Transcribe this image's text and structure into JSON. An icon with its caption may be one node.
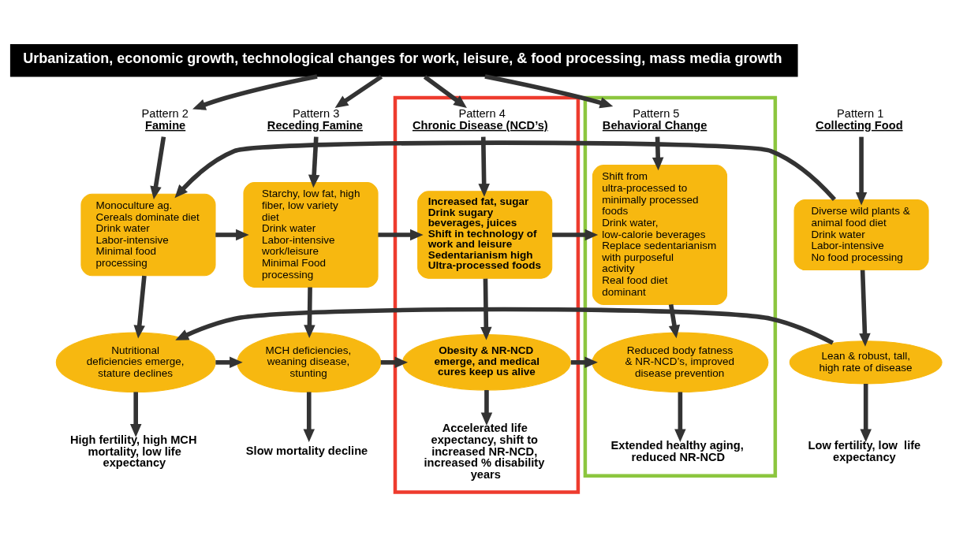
{
  "diagram": {
    "nodes": [
      {
        "text": [
          "Urbanization, economic growth, technological changes for work, leisure, & food processing, mass media growth"
        ]
      },
      {
        "text": [
          "Pattern 1",
          "Collecting Food"
        ]
      },
      {
        "text": [
          "Diverse wild plants & animal food diet",
          "Drink water",
          "Labor-intensive",
          "No food processing"
        ]
      },
      {
        "text": [
          "Lean & robust, tall, high rate of disease"
        ]
      },
      {
        "text": [
          "Low fertility, low  life expectancy"
        ]
      },
      {
        "text": [
          "Pattern 2",
          "Famine"
        ]
      },
      {
        "text": [
          "Monoculture ag.",
          "Cereals dominate diet",
          "Drink water",
          "Labor-intensive",
          "Minimal food processing"
        ]
      },
      {
        "text": [
          "Nutritional deficiencies emerge, stature declines"
        ]
      },
      {
        "text": [
          "High fertility, high MCH mortality, low life expectancy"
        ]
      },
      {
        "text": [
          "Pattern 3",
          "Receding Famine"
        ]
      },
      {
        "text": [
          "Starchy, low fat, high fiber, low variety diet",
          "Drink water",
          "Labor-intensive work/leisure",
          "Minimal Food processing"
        ]
      },
      {
        "text": [
          "MCH deficiencies, weaning disease, stunting"
        ]
      },
      {
        "text": [
          "Slow mortality decline"
        ]
      },
      {
        "text": [],
        "shape": "box"
      },
      {
        "text": [
          "Pattern 4",
          "Chronic Disease (NCD’s)"
        ],
        "in": 13
      },
      {
        "text": [
          "Increased fat, sugar",
          "Drink sugary beverages, juices",
          "Shift in technology of work and leisure",
          "Sedentarianism high",
          "Ultra-processed foods"
        ],
        "in": 13
      },
      {
        "text": [
          "Obesity & NR-NCD emerge, and medical cures keep us alive"
        ],
        "in": 13
      },
      {
        "text": [
          "Accelerated life expectancy, shift to increased NR-NCD, increased % disability years"
        ],
        "in": 13
      },
      {
        "text": [],
        "shape": "box"
      },
      {
        "text": [
          "Pattern 5",
          "Behavioral Change"
        ],
        "in": 18
      },
      {
        "text": [
          "Shift from ultra-processed to minimally processed foods",
          "Drink water, low-calorie beverages",
          "Replace sedentarianism with purposeful activity",
          "Real food diet dominant"
        ],
        "in": 18
      },
      {
        "text": [
          "Reduced body fatness & NR-NCD’s, improved disease prevention"
        ],
        "in": 18
      },
      {
        "text": [
          "Extended healthy aging, reduced NR-NCD"
        ],
        "in": 18
      }
    ],
    "edges": [
      {
        "from": 0,
        "to": 5,
        "arrow": "to"
      },
      {
        "from": 0,
        "to": 9,
        "arrow": "to"
      },
      {
        "from": 0,
        "to": 14,
        "arrow": "to"
      },
      {
        "from": 0,
        "to": 19,
        "arrow": "to"
      },
      {
        "from": 1,
        "to": 2,
        "arrow": "to"
      },
      {
        "from": 2,
        "to": 3,
        "arrow": "to"
      },
      {
        "from": 3,
        "to": 4,
        "arrow": "to"
      },
      {
        "from": 5,
        "to": 6,
        "arrow": "to"
      },
      {
        "from": 6,
        "to": 7,
        "arrow": "to"
      },
      {
        "from": 7,
        "to": 8,
        "arrow": "to"
      },
      {
        "from": 9,
        "to": 10,
        "arrow": "to"
      },
      {
        "from": 10,
        "to": 11,
        "arrow": "to"
      },
      {
        "from": 11,
        "to": 12,
        "arrow": "to"
      },
      {
        "from": 14,
        "to": 15,
        "arrow": "to"
      },
      {
        "from": 15,
        "to": 16,
        "arrow": "to"
      },
      {
        "from": 16,
        "to": 17,
        "arrow": "to"
      },
      {
        "from": 19,
        "to": 20,
        "arrow": "to"
      },
      {
        "from": 20,
        "to": 21,
        "arrow": "to"
      },
      {
        "from": 21,
        "to": 22,
        "arrow": "to"
      },
      {
        "from": 2,
        "to": 6,
        "arrow": "to"
      },
      {
        "from": 6,
        "to": 10,
        "arrow": "to"
      },
      {
        "from": 10,
        "to": 15,
        "arrow": "to"
      },
      {
        "from": 15,
        "to": 20,
        "arrow": "to"
      },
      {
        "from": 3,
        "to": 7,
        "arrow": "to"
      },
      {
        "from": 7,
        "to": 11,
        "arrow": "to"
      },
      {
        "from": 11,
        "to": 16,
        "arrow": "to"
      },
      {
        "from": 16,
        "to": 21,
        "arrow": "to"
      }
    ]
  }
}
